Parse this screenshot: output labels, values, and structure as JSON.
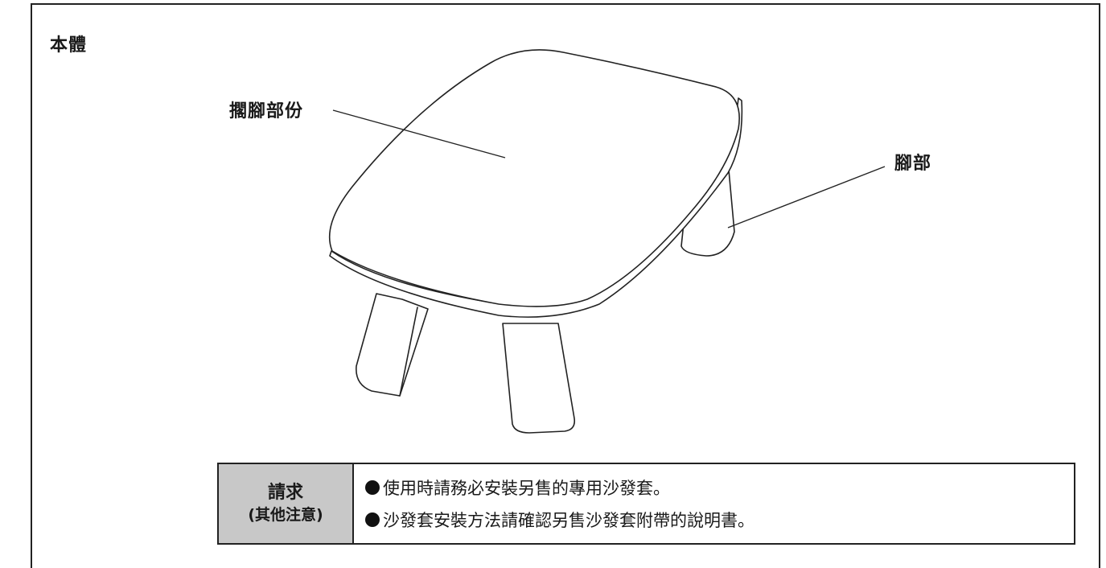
{
  "section": {
    "title": "本體"
  },
  "labels": {
    "footrest": "擱腳部份",
    "leg": "腳部"
  },
  "notice": {
    "heading_line1": "請求",
    "heading_line2": "(其他注意)",
    "items": [
      "使用時請務必安裝另售的專用沙發套。",
      "沙發套安裝方法請確認另售沙發套附帶的說明書。"
    ]
  }
}
